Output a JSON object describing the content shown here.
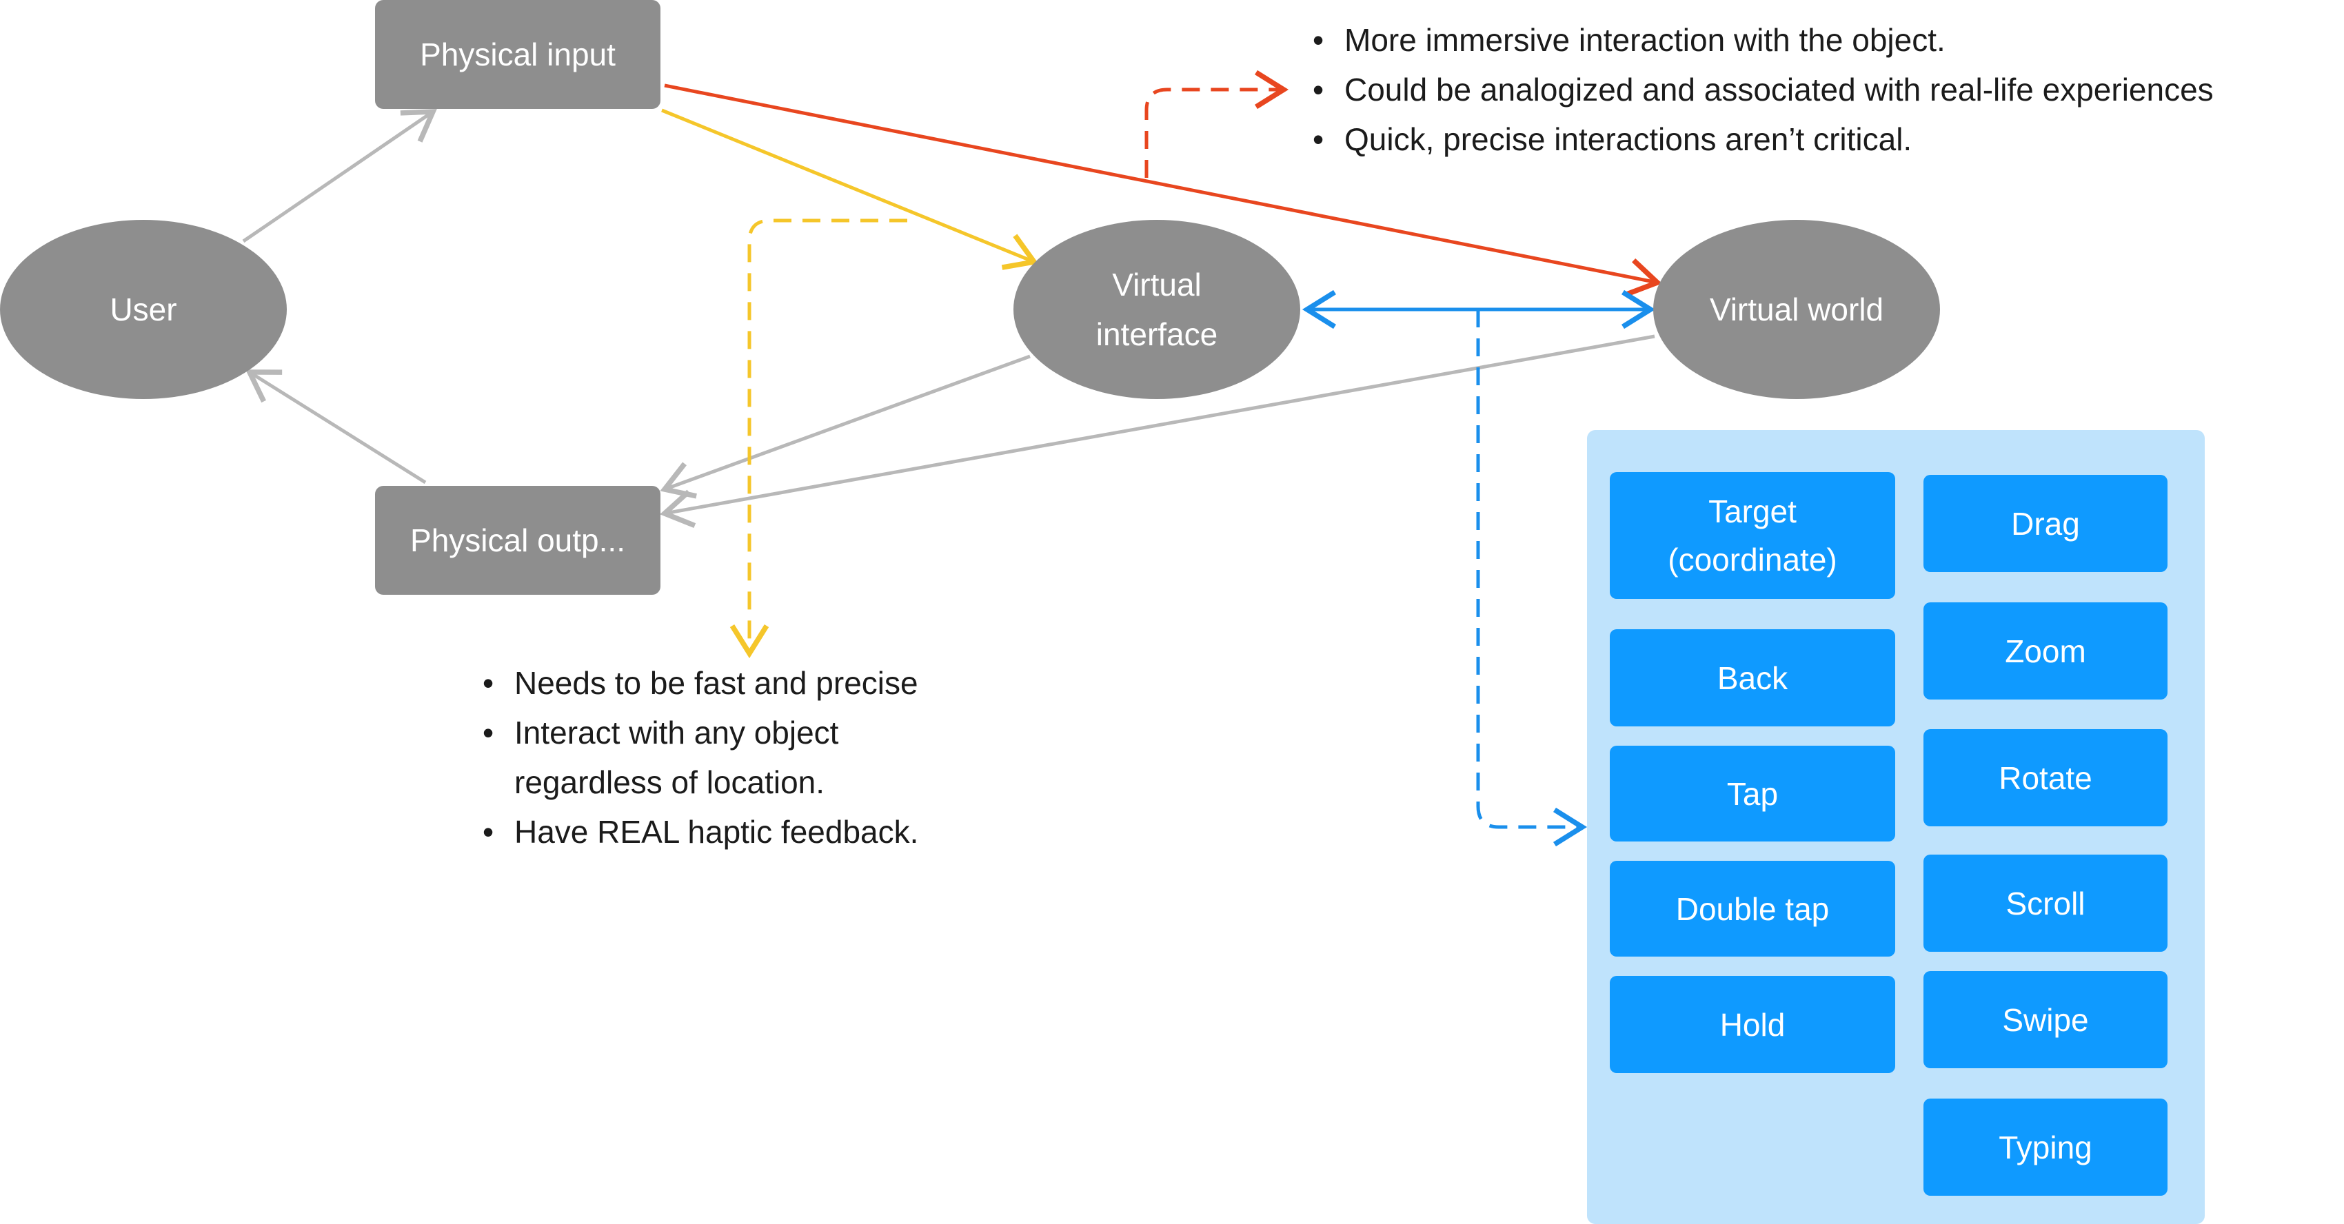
{
  "nodes": {
    "user": "User",
    "physical_input": "Physical input",
    "physical_output": "Physical outp...",
    "virtual_interface": "Virtual\ninterface",
    "virtual_world": "Virtual world"
  },
  "notes": {
    "virtual_world_bullets": [
      "More immersive interaction with the object.",
      "Could be analogized and associated with real-life experiences",
      "Quick, precise interactions aren’t critical."
    ],
    "virtual_interface_bullets": [
      "Needs to be fast and precise",
      "Interact with any object",
      "regardless of location.",
      "Have REAL haptic feedback."
    ]
  },
  "actions": {
    "left_column": [
      "Target\n(coordinate)",
      "Back",
      "Tap",
      "Double tap",
      "Hold"
    ],
    "right_column": [
      "Drag",
      "Zoom",
      "Rotate",
      "Scroll",
      "Swipe",
      "Typing"
    ]
  },
  "colors": {
    "node_gray": "#8e8e8e",
    "connector_gray": "#b8b8b8",
    "physical_to_world": "#e8461f",
    "physical_to_interface": "#f5c62a",
    "interface_world": "#1a8fec",
    "panel_bg": "#bfe3fc",
    "button_blue": "#0f9aff"
  }
}
